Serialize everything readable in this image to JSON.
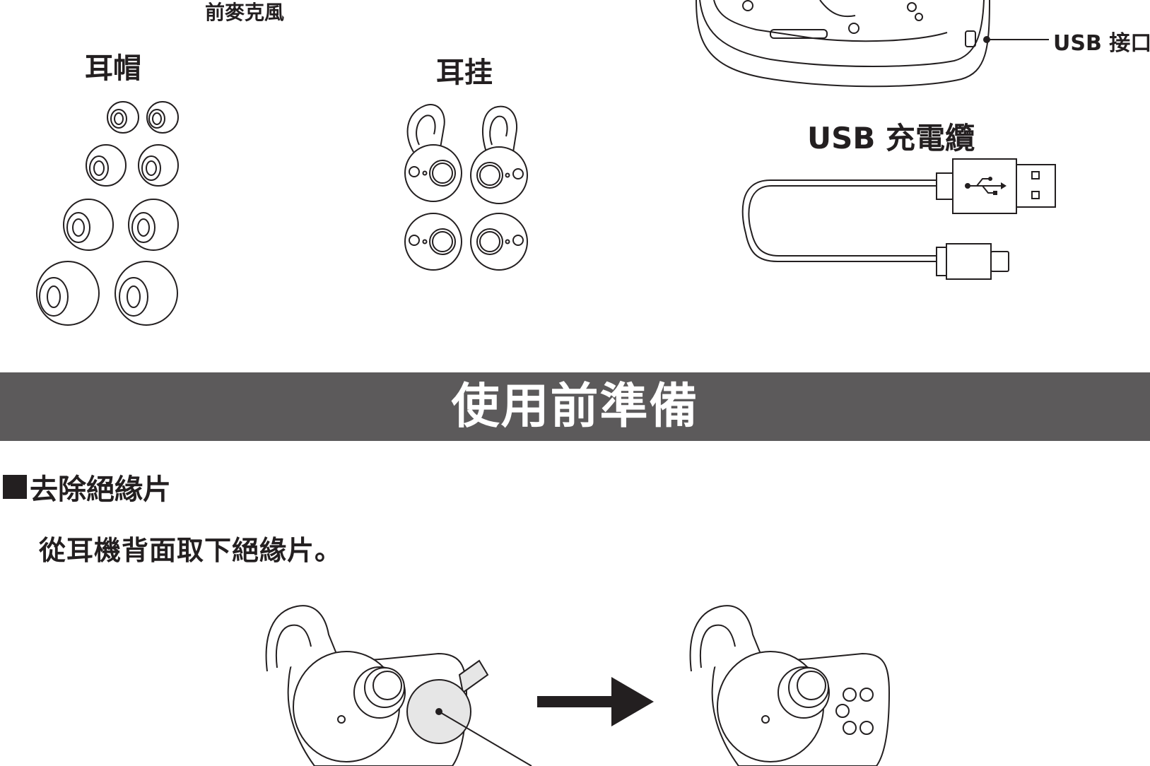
{
  "labels": {
    "front_mic": "前麥克風",
    "eartips": "耳帽",
    "earhooks": "耳挂",
    "usb_port": "USB 接口",
    "usb_cable": "USB 充電纜"
  },
  "banner": {
    "title": "使用前準備"
  },
  "section": {
    "heading": "去除絕緣片",
    "instruction": "從耳機背面取下絕緣片。"
  },
  "colors": {
    "banner_bg": "#5c5a5b",
    "ink": "#231f20",
    "insulation_sheet": "#e6e6e6"
  },
  "icons": {
    "section_marker": "square-bullet",
    "arrow": "right-arrow",
    "usb": "usb-symbol"
  }
}
